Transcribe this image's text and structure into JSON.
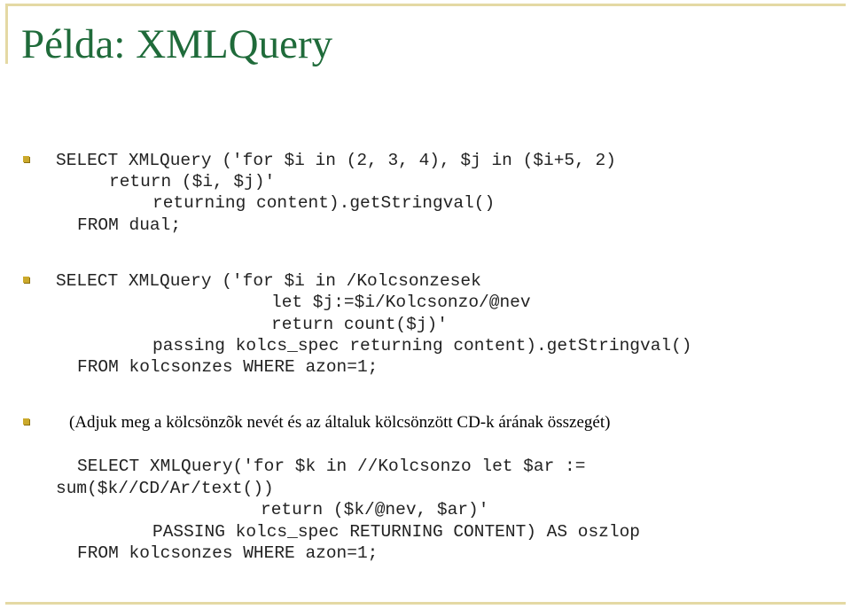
{
  "title": "Példa: XMLQuery",
  "example1": {
    "lines": [
      "SELECT XMLQuery ('for $i in (2, 3, 4), $j in ($i+5, 2)",
      "return ($i, $j)'",
      "returning content).getStringval()",
      "FROM dual;"
    ]
  },
  "example2": {
    "lines": [
      "SELECT XMLQuery ('for $i in /Kolcsonzesek",
      "let $j:=$i/Kolcsonzo/@nev",
      "return count($j)'",
      "passing kolcs_spec returning content).getStringval()",
      "FROM kolcsonzes WHERE azon=1;"
    ]
  },
  "example3": {
    "description": "(Adjuk meg a kölcsönzõk nevét és az általuk kölcsönzött CD-k árának összegét)",
    "lines": [
      "SELECT XMLQuery('for $k in //Kolcsonzo let $ar :=",
      "sum($k//CD/Ar/text())",
      "return ($k/@nev, $ar)'",
      "PASSING kolcs_spec RETURNING CONTENT) AS oszlop",
      "FROM kolcsonzes WHERE azon=1;"
    ]
  },
  "colors": {
    "title": "#1f6b3a",
    "bullet": "#cba92b",
    "rule": "#e4d9a4"
  }
}
